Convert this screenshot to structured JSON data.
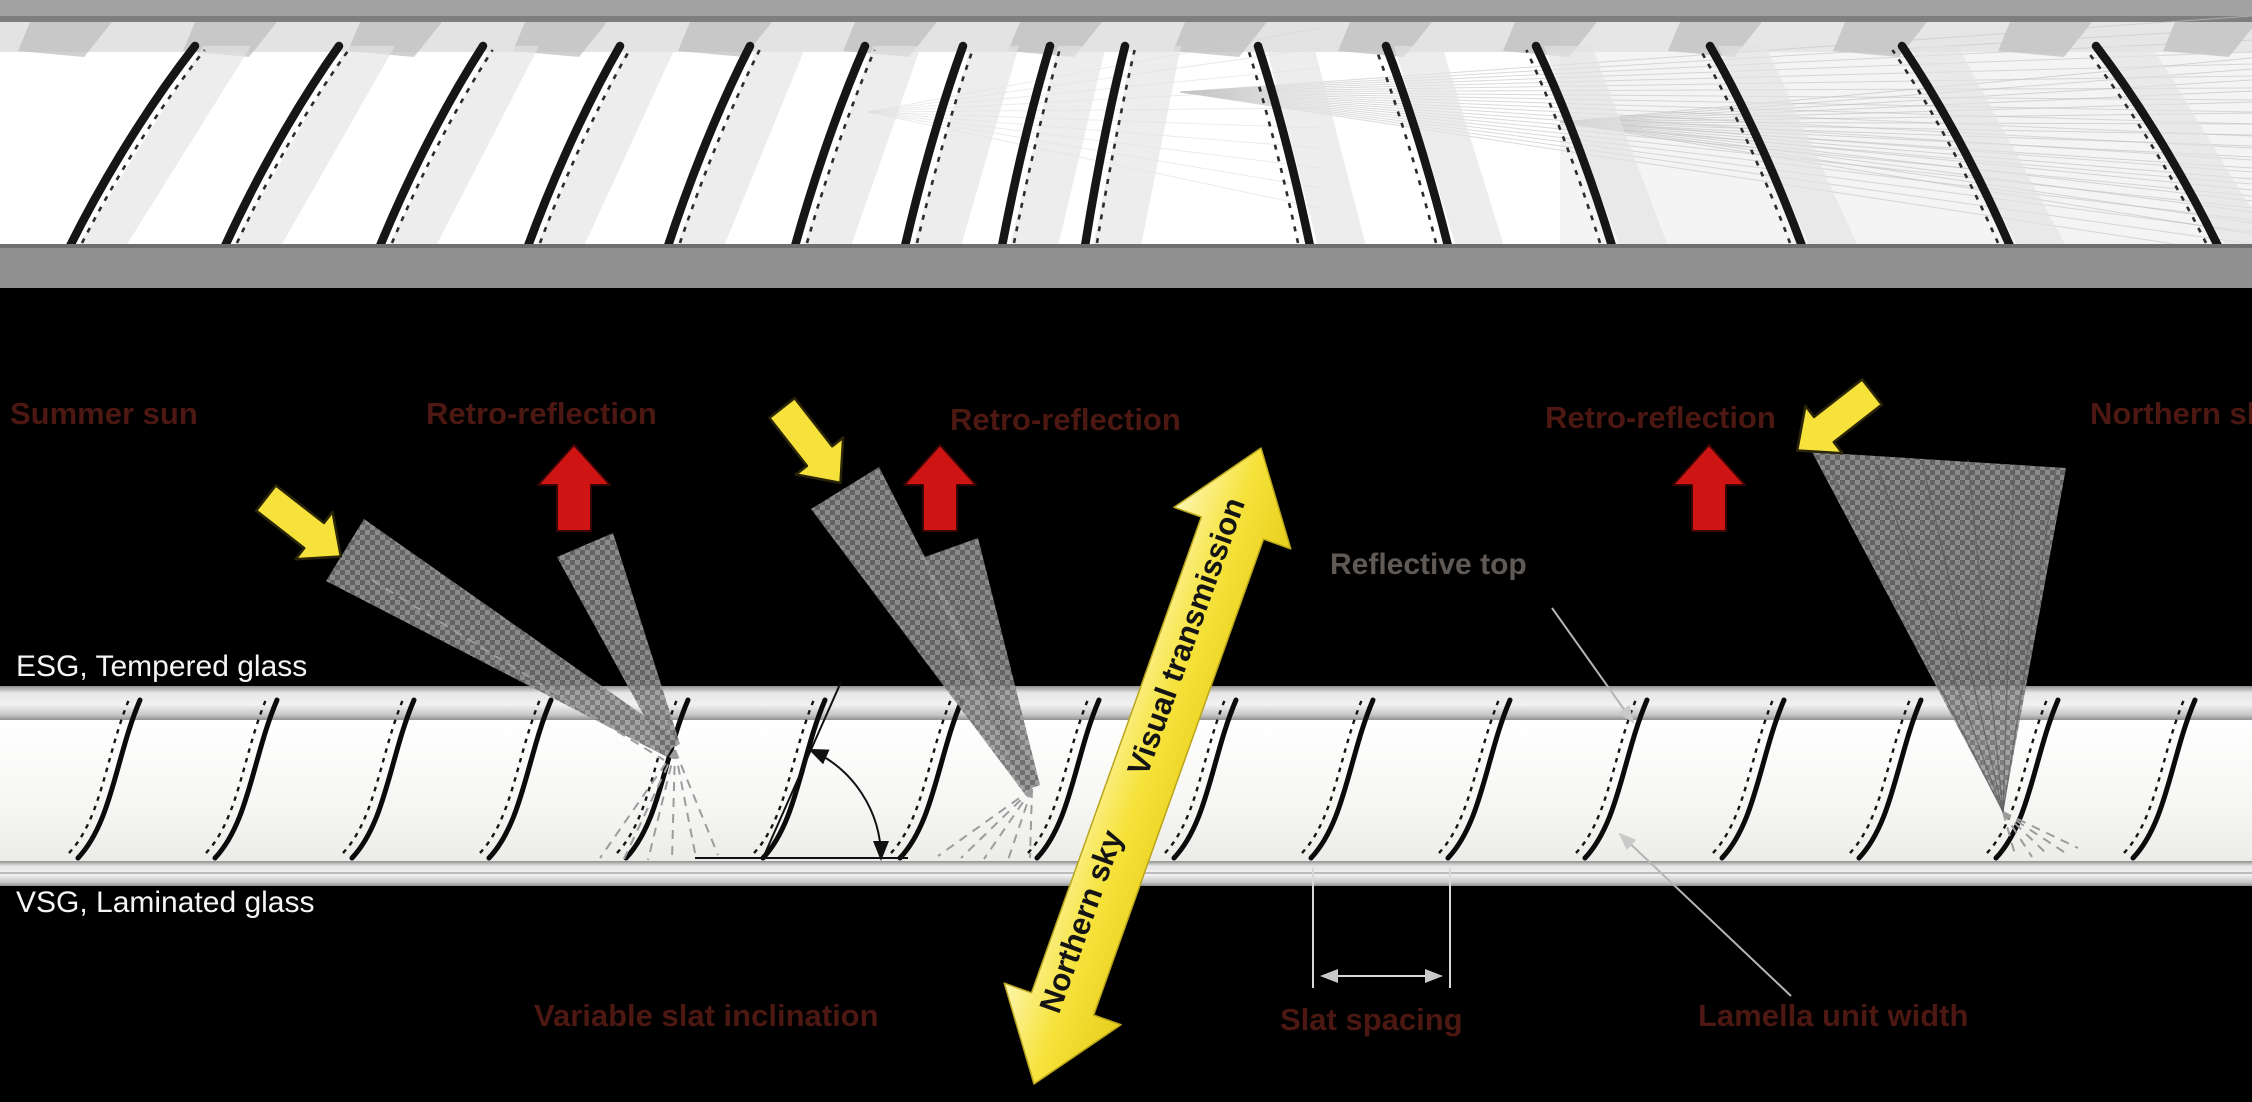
{
  "glazing": {
    "top_pane_label": "ESG, Tempered glass",
    "bottom_pane_label": "VSG, Laminated glass"
  },
  "sun_labels": {
    "sun_left": "Summer sun",
    "retro_1": "Retro-reflection",
    "retro_2": "Retro-reflection",
    "retro_3": "Retro-reflection",
    "sky_right": "Northern sky"
  },
  "slat_labels": {
    "reflective_top": "Reflective top",
    "slat_inclination": "Variable slat inclination",
    "slat_spacing": "Slat spacing",
    "unit_width": "Lamella unit width"
  },
  "transmission_arrow": {
    "up_label": "Visual transmission",
    "down_label": "Northern sky"
  },
  "colors": {
    "background": "#000000",
    "sun_yellow": "#f6e23a",
    "retro_red": "#cf1414",
    "dark_label_red": "#4d1712",
    "glass_gray": "#d9d9d9"
  }
}
